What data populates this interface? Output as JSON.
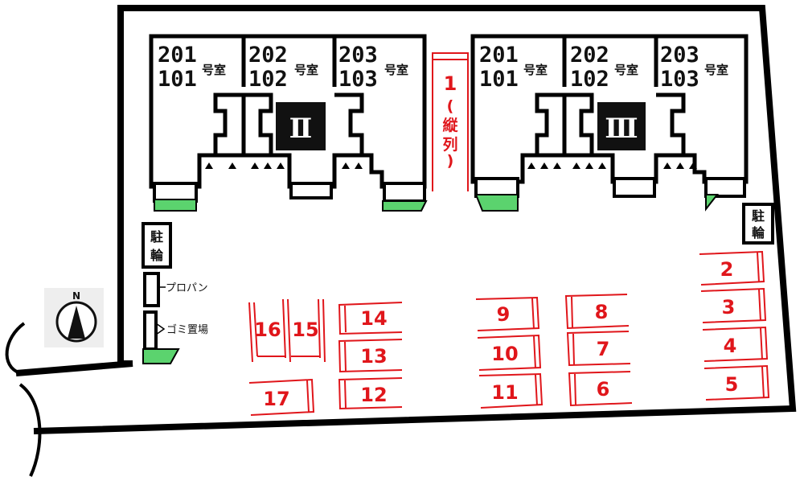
{
  "building_left": {
    "label": "Ⅱ",
    "units": [
      {
        "upper": "201",
        "lower": "101",
        "suffix": "号室"
      },
      {
        "upper": "202",
        "lower": "102",
        "suffix": "号室"
      },
      {
        "upper": "203",
        "lower": "103",
        "suffix": "号室"
      }
    ]
  },
  "building_right": {
    "label": "Ⅲ",
    "units": [
      {
        "upper": "201",
        "lower": "101",
        "suffix": "号室"
      },
      {
        "upper": "202",
        "lower": "102",
        "suffix": "号室"
      },
      {
        "upper": "203",
        "lower": "103",
        "suffix": "号室"
      }
    ]
  },
  "vertical_spot": {
    "number": "1",
    "note_chars": [
      "(",
      "縦",
      "列",
      ")"
    ]
  },
  "bike_parking": {
    "chars": [
      "駐",
      "輪"
    ]
  },
  "propane_label": "プロパン",
  "garbage_label": "ゴミ置場",
  "compass": {
    "letter": "N"
  },
  "spots": {
    "s2": "2",
    "s3": "3",
    "s4": "4",
    "s5": "5",
    "s6": "6",
    "s7": "7",
    "s8": "8",
    "s9": "9",
    "s10": "10",
    "s11": "11",
    "s12": "12",
    "s13": "13",
    "s14": "14",
    "s15": "15",
    "s16": "16",
    "s17": "17"
  },
  "colors": {
    "wall": "#000000",
    "parking_line": "#e0161b",
    "green_pad": "#5bd36e",
    "building_label_bg": "#111111"
  }
}
